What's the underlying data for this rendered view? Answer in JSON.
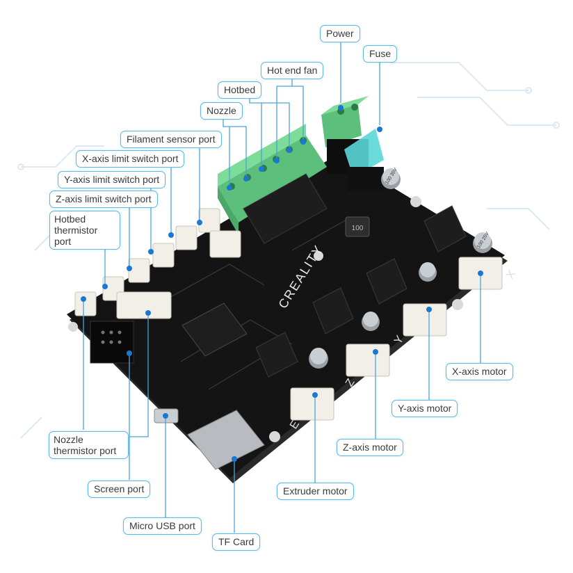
{
  "labels": {
    "power": "Power",
    "fuse": "Fuse",
    "hot_end_fan": "Hot end fan",
    "hotbed": "Hotbed",
    "nozzle": "Nozzle",
    "filament_sensor_port": "Filament sensor port",
    "x_axis_limit_switch_port": "X-axis limit switch port",
    "y_axis_limit_switch_port": "Y-axis limit switch port",
    "z_axis_limit_switch_port": "Z-axis limit switch port",
    "hotbed_thermistor_port": "Hotbed thermistor port",
    "nozzle_thermistor_port": "Nozzle thermistor port",
    "screen_port": "Screen port",
    "micro_usb_port": "Micro USB port",
    "tf_card": "TF Card",
    "extruder_motor": "Extruder motor",
    "z_axis_motor": "Z-axis motor",
    "y_axis_motor": "Y-axis motor",
    "x_axis_motor": "X-axis motor"
  },
  "board": {
    "brand": "CREALITY",
    "axis_marks": [
      "X",
      "Y",
      "Z",
      "E"
    ],
    "inductor_code": "100",
    "capacitor_marks": [
      "100 35V",
      "100 25V"
    ]
  },
  "colors": {
    "board": "#141414",
    "terminal_block": "#6fcf8f",
    "fuse": "#5ad6d6",
    "connector": "#f2efe8",
    "heatsink": "#1c1c1c",
    "leader_line": "#4aa3d8",
    "label_border": "#5fb7e8"
  }
}
